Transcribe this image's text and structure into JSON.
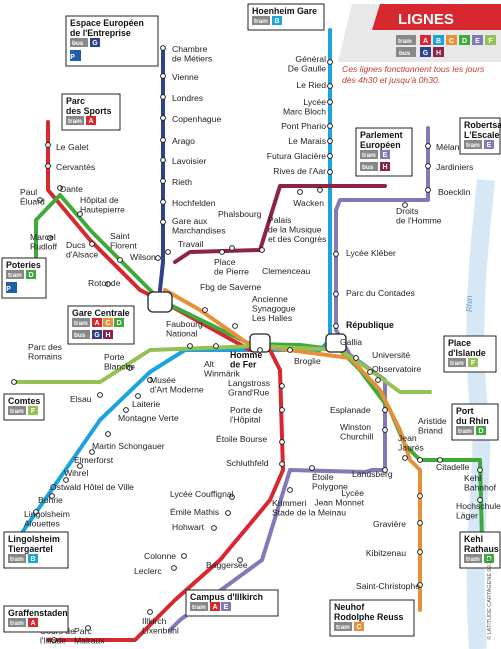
{
  "header": {
    "title": "LIGNES",
    "tram_label": "tram",
    "bus_label": "bus",
    "tram_lines": [
      "A",
      "B",
      "C",
      "D",
      "E",
      "F"
    ],
    "bus_lines": [
      "G",
      "H"
    ],
    "note_line1": "Ces lignes fonctionnent tous les jours",
    "note_line2": "dès 4h30 et jusqu'à 0h30."
  },
  "colors": {
    "A": "#d7282f",
    "B": "#1aa3dd",
    "C": "#e6913a",
    "D": "#3eaa3a",
    "E": "#8279b6",
    "F": "#94c152",
    "G": "#2f4290",
    "H": "#8c2449"
  },
  "terminals": [
    {
      "id": "espace",
      "name": "Espace Européen\nde l'Entreprise",
      "mode": "bus",
      "lines": [
        "G"
      ],
      "parking": true
    },
    {
      "id": "hoenheim",
      "name": "Hoenheim Gare",
      "mode": "tram",
      "lines": [
        "B"
      ],
      "parking": false
    },
    {
      "id": "parcsports",
      "name": "Parc\ndes Sports",
      "mode": "tram",
      "lines": [
        "A"
      ],
      "parking": false
    },
    {
      "id": "robertsau",
      "name": "Robertsau\nL'Escale",
      "mode": "tram",
      "lines": [
        "E"
      ],
      "parking": false
    },
    {
      "id": "parlement",
      "name": "Parlement\nEuropéen",
      "mode": "tram",
      "lines": [
        "E"
      ],
      "bus_lines": [
        "H"
      ],
      "parking": false
    },
    {
      "id": "poteries",
      "name": "Poteries",
      "mode": "tram",
      "lines": [
        "D"
      ],
      "parking": true
    },
    {
      "id": "garecentrale",
      "name": "Gare Centrale",
      "mode": "tram",
      "lines": [
        "A",
        "C",
        "D"
      ],
      "bus_lines": [
        "G",
        "H"
      ],
      "parking": false
    },
    {
      "id": "comtes",
      "name": "Comtes",
      "mode": "tram",
      "lines": [
        "F"
      ],
      "parking": false
    },
    {
      "id": "placeislande",
      "name": "Place\nd'Islande",
      "mode": "tram",
      "lines": [
        "F"
      ],
      "parking": false
    },
    {
      "id": "portrhin",
      "name": "Port\ndu Rhin",
      "mode": "tram",
      "lines": [
        "D"
      ],
      "parking": false
    },
    {
      "id": "kehlrathaus",
      "name": "Kehl\nRathaus",
      "mode": "tram",
      "lines": [
        "D"
      ],
      "parking": false
    },
    {
      "id": "lingolsheim",
      "name": "Lingolsheim\nTiergaertel",
      "mode": "tram",
      "lines": [
        "B"
      ],
      "parking": false
    },
    {
      "id": "graffenstaden",
      "name": "Graffenstaden",
      "mode": "tram",
      "lines": [
        "A"
      ],
      "parking": false
    },
    {
      "id": "campus",
      "name": "Campus d'Illkirch",
      "mode": "tram",
      "lines": [
        "A",
        "E"
      ],
      "parking": false
    },
    {
      "id": "neuhof",
      "name": "Neuhof\nRodolphe Reuss",
      "mode": "tram",
      "lines": [
        "C"
      ],
      "parking": false
    }
  ],
  "stations": [
    "Chambre\nde Métiers",
    "Vienne",
    "Londres",
    "Copenhague",
    "Arago",
    "Lavoisier",
    "Rieth",
    "Hochfelden",
    "Gare aux\nMarchandises",
    "Travail",
    "Wilson",
    "Général\nDe Gaulle",
    "Le Ried",
    "Lycée\nMarc Bloch",
    "Pont Phario",
    "Le Marais",
    "Futura Glacière",
    "Rives de l'Aar",
    "Wacken",
    "Le Galet",
    "Cervantès",
    "Dante",
    "Paul\nÉluard",
    "Marcel\nRudloff",
    "Hôpital de\nHautepierre",
    "Ducs\nd'Alsace",
    "Saint\nFlorent",
    "Rotonde",
    "Mélanie",
    "Jardiniers",
    "Boecklin",
    "Droits\nde l'Homme",
    "Palais\nde la Musique\net des Congrès",
    "Phalsbourg",
    "Place\nde Pierre",
    "Clemenceau",
    "Lycée Kléber",
    "Parc du Contades",
    "Fbg de Saverne",
    "Ancienne\nSynagogue\nLes Halles",
    "Faubourg\nNational",
    "Alt\nWinmärik",
    "Homme\nde Fer",
    "Broglie",
    "République",
    "Gallia",
    "Université",
    "Observatoire",
    "Parc des\nRomains",
    "Porte\nBlanche",
    "Musée\nd'Art Moderne",
    "Laiterie",
    "Montagne Verte",
    "Martin Schongauer",
    "Elmerforst",
    "Wihrel",
    "Ostwald Hôtel de Ville",
    "Bohrie",
    "Lingolsheim\nAlouettes",
    "Elsau",
    "Langstross\nGrand'Rue",
    "Porte de\nl'Hôpital",
    "Étoile Bourse",
    "Schluthfeld",
    "Étoile\nPolygone",
    "Krimmeri\nStade de la Meinau",
    "Esplanade",
    "Winston\nChurchill",
    "Jean\nJaurès",
    "Aristide\nBriand",
    "Landsberg",
    "Citadelle",
    "Kehl\nBahnhof",
    "Hochschule /\nLäger",
    "Lycée Couffignal",
    "Émile Mathis",
    "Hohwart",
    "Baggersee",
    "Colonne",
    "Leclerc",
    "Illkirch\nLixenbuhl",
    "Parc\nMalraux",
    "Cours de\nl'Illiade",
    "Lycée\nJean Monnet",
    "Gravière",
    "Kibitzenau",
    "Saint-Christophe"
  ],
  "river_label": "Rhin",
  "credit": "© LATITUDE CARTAGENE 09.20"
}
